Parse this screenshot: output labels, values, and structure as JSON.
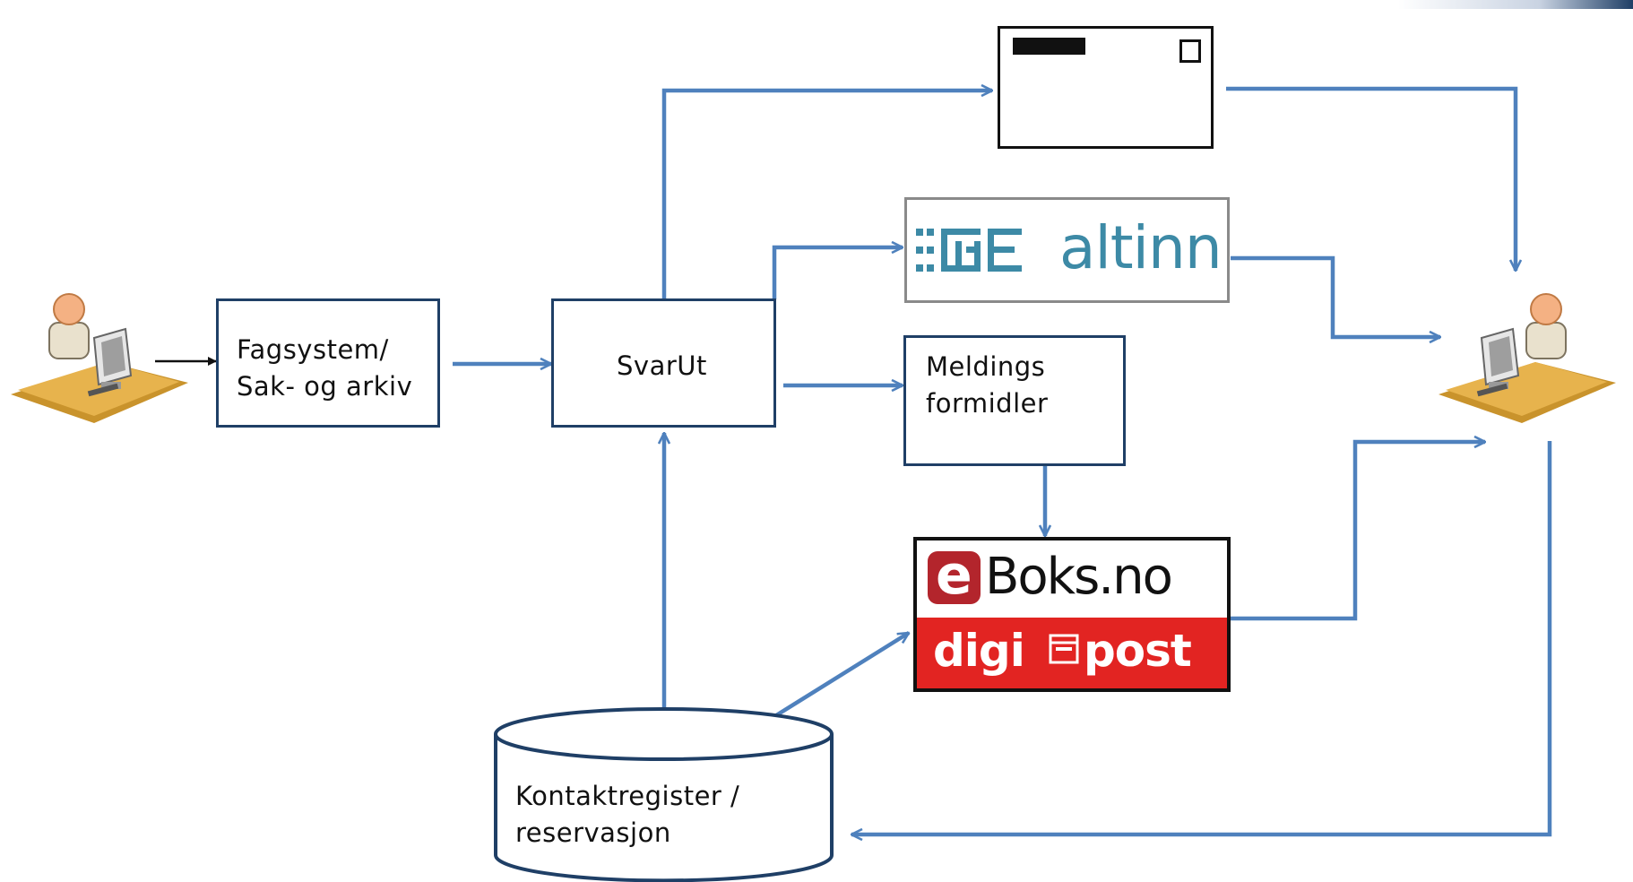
{
  "nodes": {
    "fagsystem": {
      "line1": "Fagsystem/",
      "line2": "Sak- og arkiv"
    },
    "svarut": {
      "label": "SvarUt"
    },
    "meldingsformidler": {
      "line1": "Meldings",
      "line2": "formidler"
    },
    "kontaktregister": {
      "line1": "Kontaktregister /",
      "line2": "reservasjon"
    }
  },
  "logos": {
    "altinn": {
      "text": "altinn",
      "color": "#3d8aa6"
    },
    "eboks": {
      "mark": "e",
      "text": "Boks.no",
      "color": "#b3252c"
    },
    "digipost": {
      "text_left": "digi",
      "text_right": "post",
      "color": "#e22422"
    }
  },
  "colors": {
    "arrow": "#4f81bd",
    "box_border": "#1f3f66"
  },
  "icons": [
    "sender-user-icon",
    "recipient-user-icon",
    "mail-envelope-icon"
  ]
}
